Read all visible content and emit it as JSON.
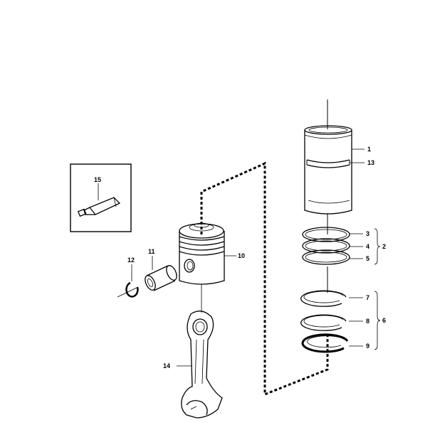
{
  "callouts": {
    "c1": "1",
    "c2": "2",
    "c3": "3",
    "c4": "4",
    "c5": "5",
    "c6": "6",
    "c7": "7",
    "c8": "8",
    "c9": "9",
    "c10": "10",
    "c11": "11",
    "c12": "12",
    "c13": "13",
    "c14": "14",
    "c15": "15"
  },
  "colors": {
    "line": "#000000",
    "fill": "#ffffff",
    "shade": "#e6e6e6"
  }
}
